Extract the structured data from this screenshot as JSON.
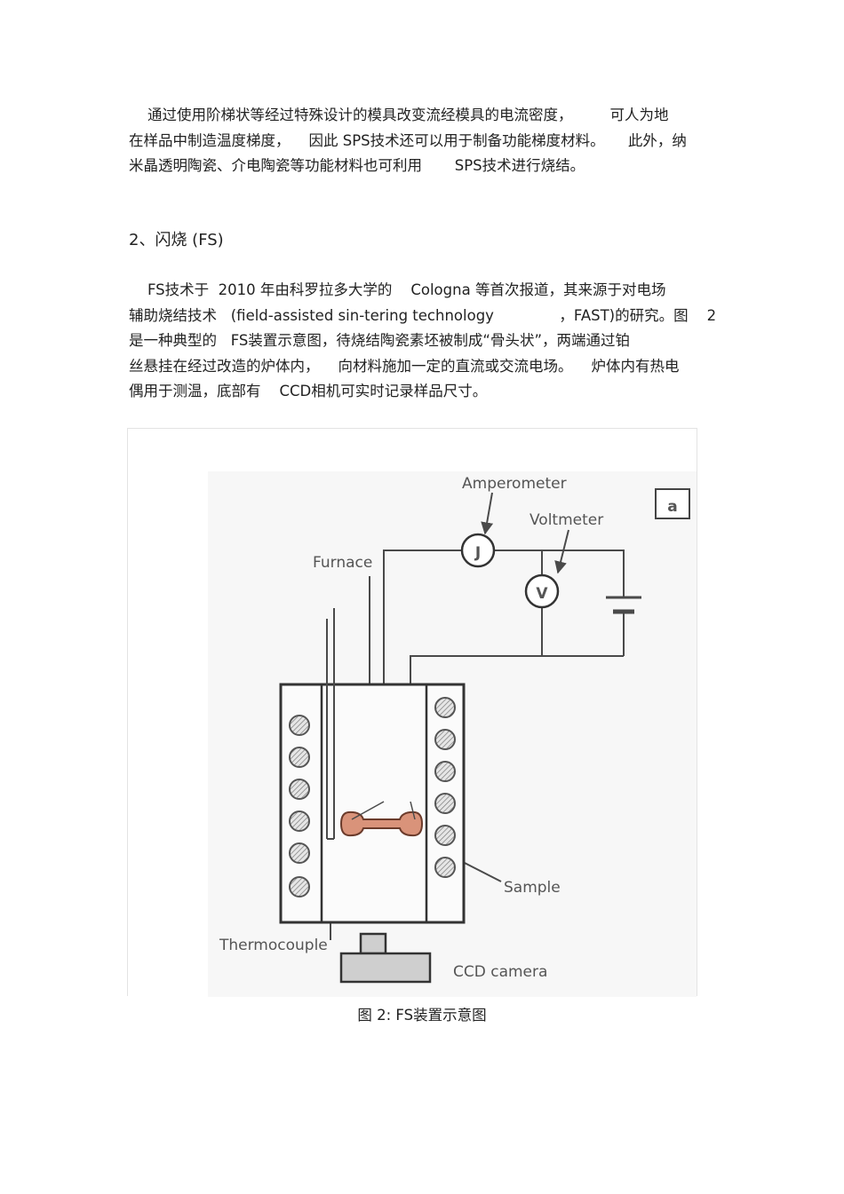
{
  "paragraph1": {
    "lines": [
      "    通过使用阶梯状等经过特殊设计的模具改变流经模具的电流密度，        可人为地",
      "在样品中制造温度梯度，    因此 SPS技术还可以用于制备功能梯度材料。     此外，纳",
      "米晶透明陶瓷、介电陶瓷等功能材料也可利用       SPS技术进行烧结。"
    ]
  },
  "section_heading": "2、闪烧 (FS)",
  "paragraph2": {
    "lines": [
      "    FS技术于  2010 年由科罗拉多大学的    Cologna 等首次报道，其来源于对电场",
      "辅助烧结技术   (field-assisted sin-tering technology              ，FAST)的研究。图    2",
      "是一种典型的   FS装置示意图，待烧结陶瓷素坯被制成“骨头状”，两端通过铂",
      "丝悬挂在经过改造的炉体内，    向材料施加一定的直流或交流电场。    炉体内有热电",
      "偶用于测温，底部有    CCD相机可实时记录样品尺寸。"
    ]
  },
  "figure": {
    "panel_label": "a",
    "labels": {
      "amperometer": "Amperometer",
      "voltmeter": "Voltmeter",
      "furnace": "Furnace",
      "sample": "Sample",
      "thermocouple": "Thermocouple",
      "ccd_camera": "CCD camera",
      "ammeter_symbol": "J",
      "voltmeter_symbol": "V"
    },
    "colors": {
      "line": "#4a4a4a",
      "sample_fill": "#d9937a",
      "coil_fill": "#bdbdbd"
    }
  },
  "caption": "图 2:  FS装置示意图"
}
